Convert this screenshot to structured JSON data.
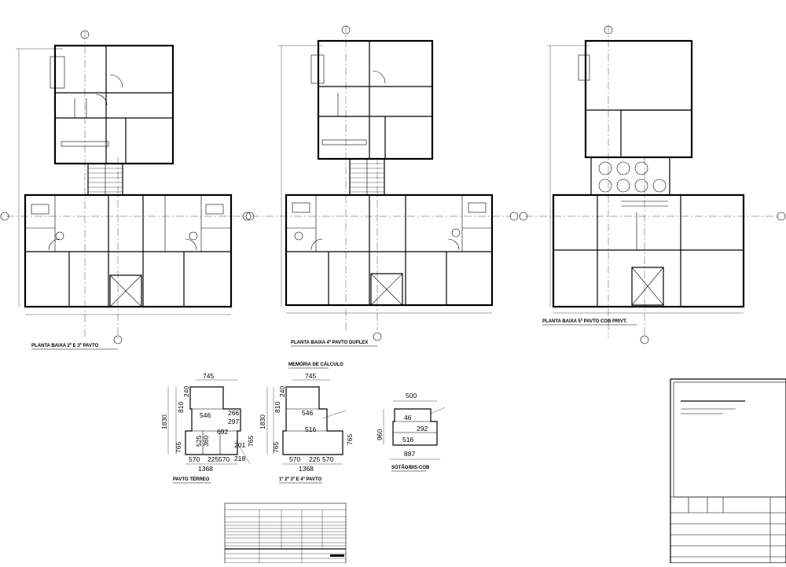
{
  "titles": {
    "plan1": "PLANTA BAIXA 2º E 3º PAVTO",
    "plan2": "PLANTA BAIXA 4º PAVTO DUPLEX",
    "plan3": "PLANTA BAIXA 5º PAVTO COB PRIVT.",
    "memoria": "MEMÓRIA DE CÁLCULO",
    "detail1": "PAVTO TÉRREO",
    "detail2": "1º 2º 3º E 4º PAVTO",
    "detail3": "SÓTÃO/BIS-COB"
  },
  "detail1": {
    "top": "745",
    "left_top": "240",
    "left_mid": "810",
    "left_full": "1830",
    "left_low": "765",
    "w_546": "546",
    "w_266": "266",
    "w_297": "297",
    "w_692": "692",
    "v_525": "525",
    "v_360": "360",
    "v_201": "201",
    "v_765": "765",
    "v_218": "218",
    "b_570a": "570",
    "b_225": "225",
    "b_570b": "570",
    "bottom": "1368"
  },
  "detail2": {
    "top": "745",
    "left_top": "240",
    "left_mid": "810",
    "left_full": "1830",
    "left_low": "765",
    "w_546": "546",
    "w_516": "516",
    "v_765": "765",
    "b_570": "570",
    "b_225": "225",
    "b_570b": "570",
    "bottom": "1368"
  },
  "detail3": {
    "top": "500",
    "w_46": "46",
    "w_516": "516",
    "v_292": "292",
    "v_960": "960",
    "bottom": "887"
  }
}
